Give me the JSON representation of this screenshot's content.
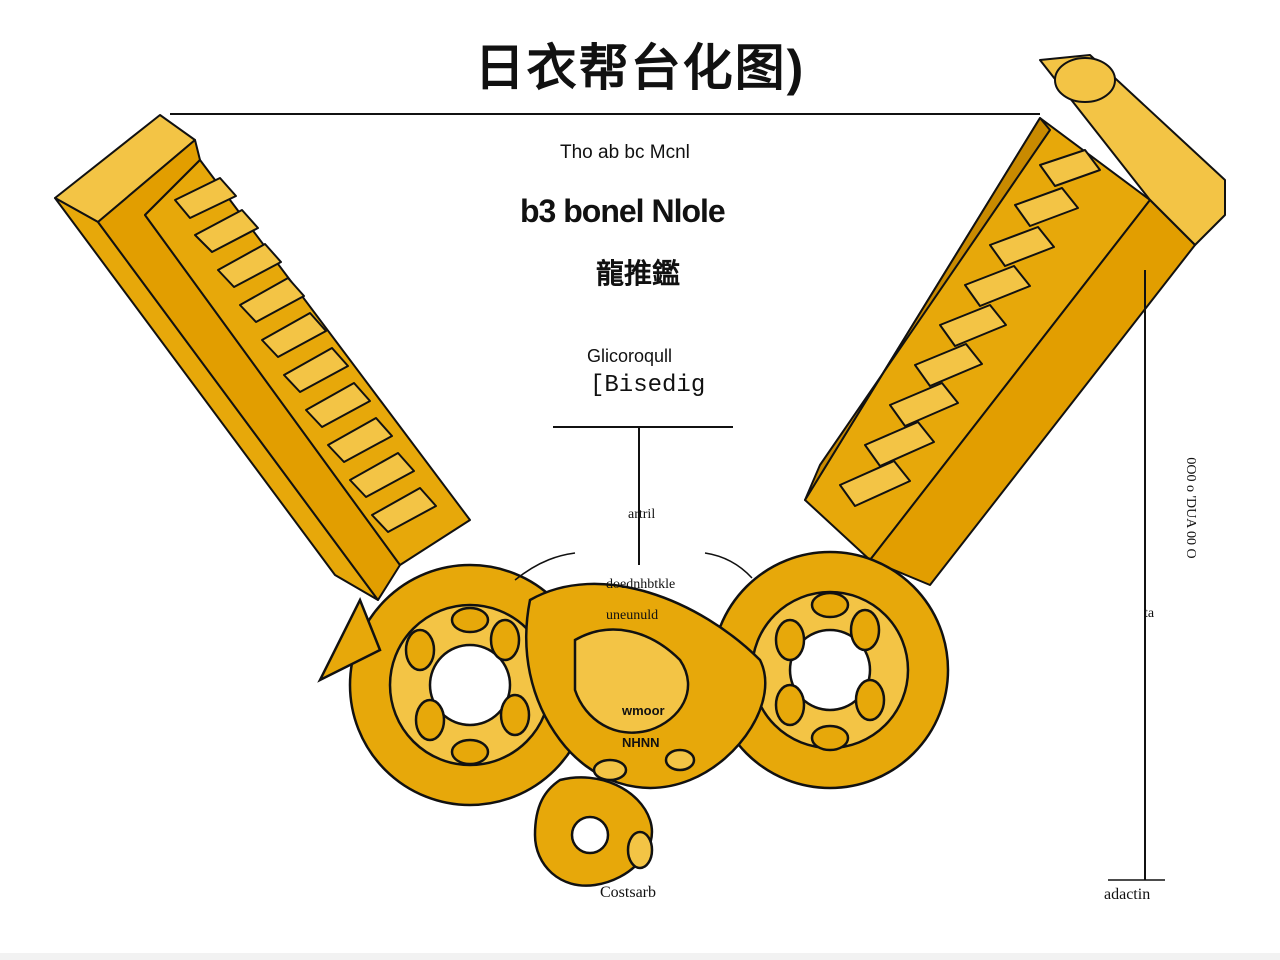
{
  "diagram": {
    "title": "日衣帮台化图)",
    "subtitle_line1": "Tho ab bc Mcnl",
    "subtitle_line2": "b3 bonel Nlole",
    "subtitle_line3": "龍推鑑",
    "center_label_1": "Glicoroqull",
    "center_label_2": "[Bisedig",
    "stem_label": "artril",
    "mid_label_1": "doednhbtkle",
    "mid_label_2": "uneunuld",
    "center_label_3": "wmoor",
    "center_label_4": "NHNN",
    "bottom_label": "Costsarb",
    "right_vertical_label": "0O0 o 'DUA 00 O",
    "right_side_label": "ta",
    "right_bottom_label": "adactin"
  },
  "colors": {
    "gold": "#E7A80A",
    "gold_dark": "#C98A00",
    "gold_light": "#F3C445",
    "ink": "#111111"
  }
}
